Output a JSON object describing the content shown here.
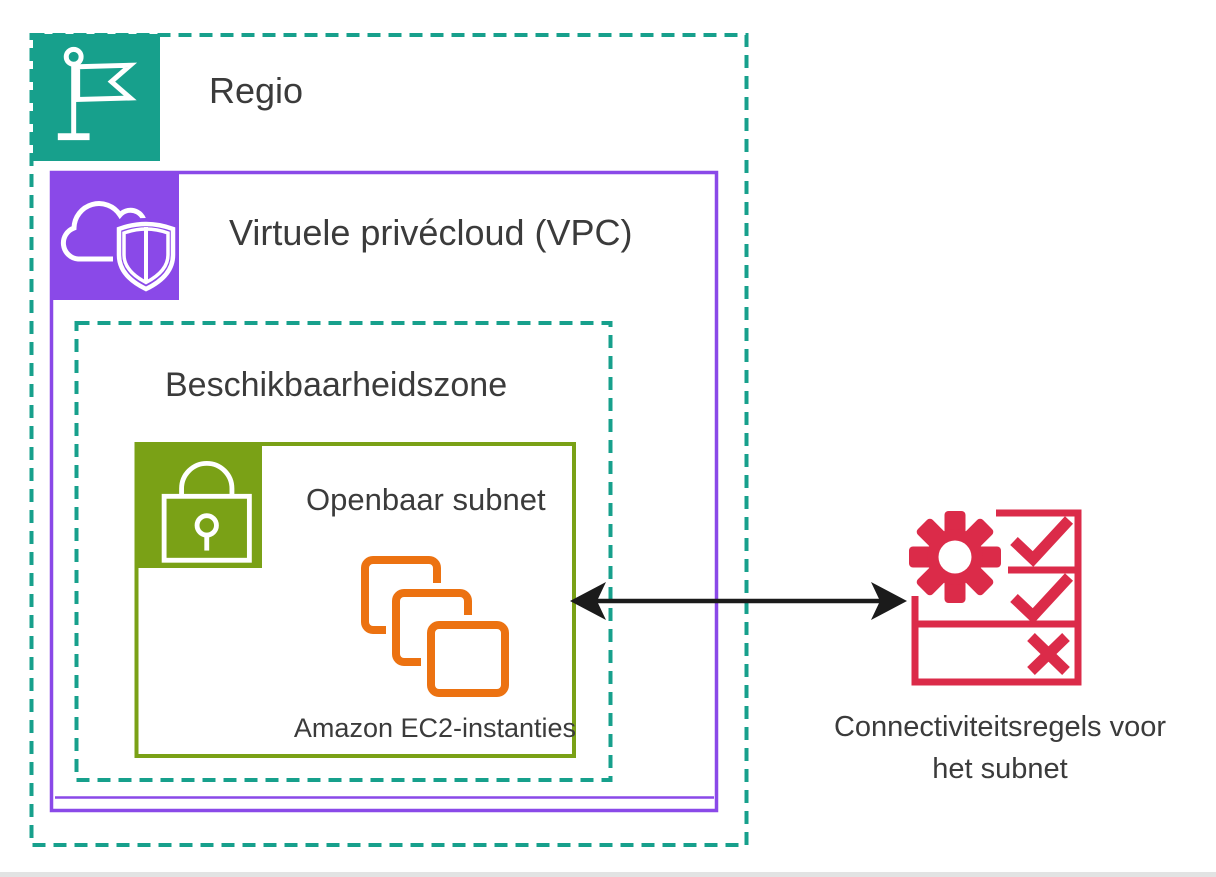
{
  "diagram": {
    "region": {
      "label": "Regio"
    },
    "vpc": {
      "label": "Virtuele privécloud (VPC)"
    },
    "availability_zone": {
      "label": "Beschikbaarheidszone"
    },
    "public_subnet": {
      "label": "Openbaar subnet"
    },
    "ec2": {
      "label": "Amazon EC2-instanties"
    },
    "subnet_rules": {
      "label": "Connectiviteitsregels voor het subnet"
    }
  },
  "icons": {
    "region": "flag-icon",
    "vpc": "cloud-with-shield-icon",
    "public_subnet": "lock-icon",
    "ec2": "stacked-instance-squares-icon",
    "subnet_rules": "gear-checklist-icon",
    "connection": "double-headed-arrow"
  },
  "colors": {
    "region_teal": "#17A08C",
    "vpc_purple": "#8A49E8",
    "subnet_green": "#7AA116",
    "ec2_orange": "#EC7211",
    "rules_red": "#DB2B49",
    "arrow_black": "#1B1B1B",
    "text": "#3B3B3B",
    "background": "#FFFFFF"
  }
}
